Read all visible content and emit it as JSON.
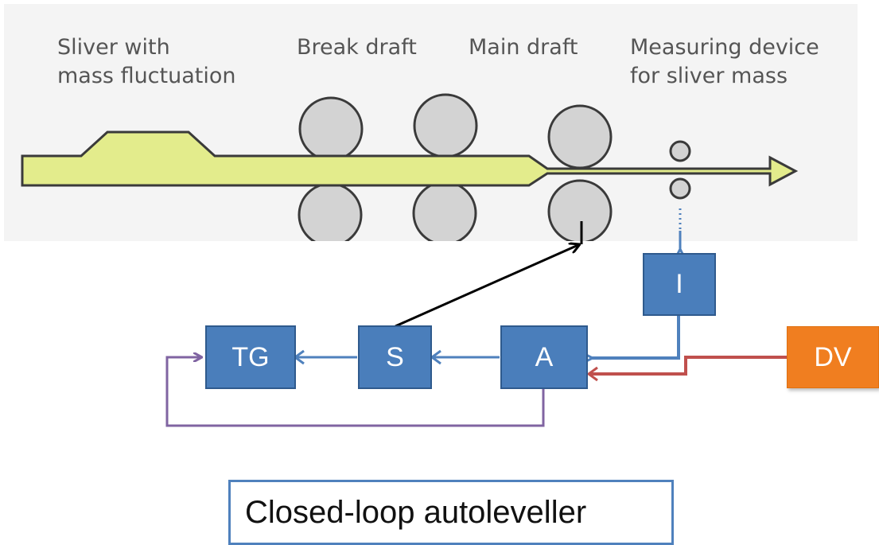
{
  "labels": {
    "sliver": "Sliver with\nmass fluctuation",
    "break_draft": "Break draft",
    "main_draft": "Main draft",
    "measuring": "Measuring device\nfor sliver mass"
  },
  "blocks": {
    "I": "I",
    "TG": "TG",
    "S": "S",
    "A": "A",
    "DV": "DV"
  },
  "caption": "Closed-loop autoleveller",
  "colors": {
    "panel_bg": "#f4f4f4",
    "sliver_fill": "#e3ec8c",
    "roller_fill": "#d3d3d3",
    "block_blue": "#4a7ebb",
    "block_orange": "#f07e20",
    "arrow_blue": "#4f81bd",
    "arrow_red": "#c0504d",
    "arrow_purple": "#8064a2",
    "arrow_black": "#000000"
  }
}
